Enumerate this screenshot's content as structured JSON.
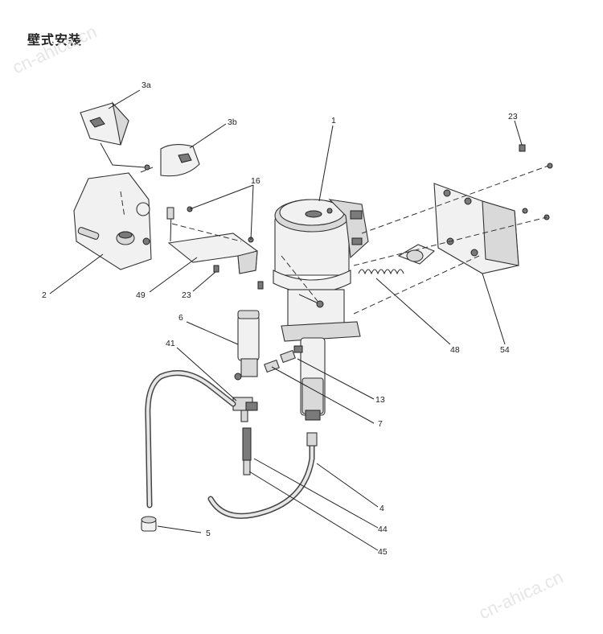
{
  "title": "壁式安装",
  "watermark": "cn-ahica.cn",
  "colors": {
    "line": "#222222",
    "part_fill": "#f1f1f1",
    "shade": "#7a7a7a"
  },
  "labels": {
    "p1": "1",
    "p2": "2",
    "p3a": "3a",
    "p3b": "3b",
    "p4": "4",
    "p5": "5",
    "p6": "6",
    "p7": "7",
    "p13": "13",
    "p16": "16",
    "p23a": "23",
    "p23b": "23",
    "p41": "41",
    "p44": "44",
    "p45": "45",
    "p48": "48",
    "p49": "49",
    "p54": "54"
  }
}
